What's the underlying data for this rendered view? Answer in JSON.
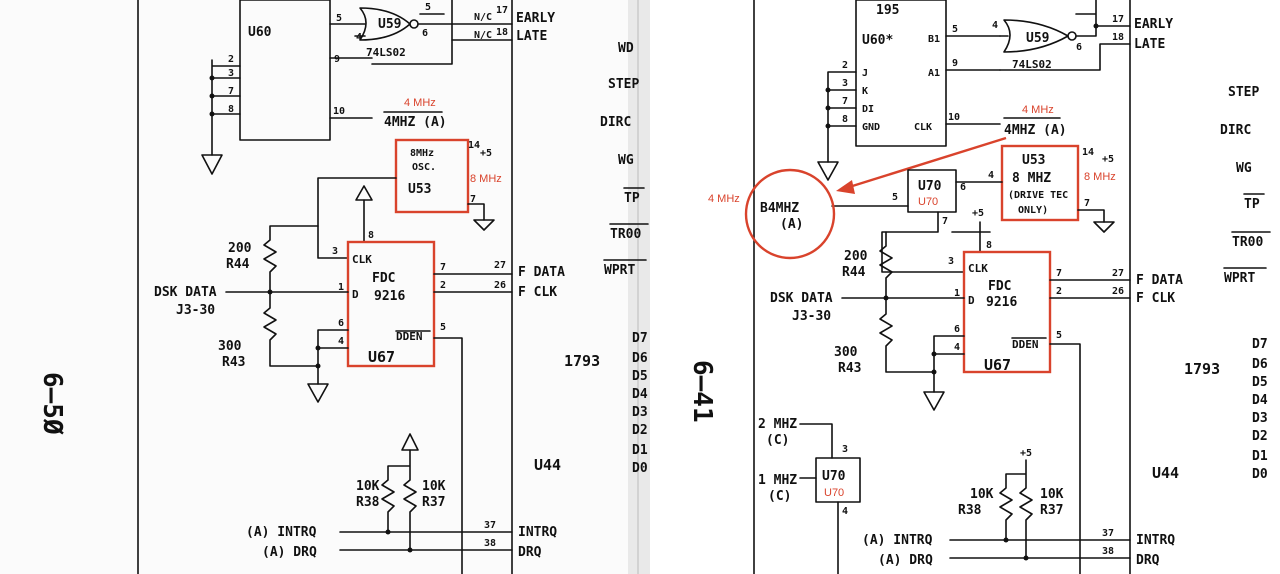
{
  "left_page": {
    "page_number": "6—5Ø",
    "u60": "U60",
    "u59": "U59",
    "gate_part": "74LS02",
    "nc1": "N/C",
    "nc2": "N/C",
    "early": "EARLY",
    "late": "LATE",
    "pin_17": "17",
    "pin_18": "18",
    "pin_5a": "5",
    "pin_4": "4",
    "pin_6": "6",
    "pin_9": "9",
    "pin_2": "2",
    "pin_3": "3",
    "pin_7": "7",
    "pin_8": "8",
    "pin_10": "10",
    "anno_4mhz": "4 MHz",
    "clk_4mhz": "4MHZ (A)",
    "osc_line1": "8MHz",
    "osc_line2": "OSC.",
    "osc_name": "U53",
    "osc_pin14": "14",
    "osc_plus5": "+5",
    "osc_pin7": "7",
    "anno_8mhz": "8 MHz",
    "r44_val": "200",
    "r44": "R44",
    "r43_val": "300",
    "r43": "R43",
    "dsk_data": "DSK DATA",
    "j3_30": "J3-30",
    "fdc_clk": "CLK",
    "fdc_d": "D",
    "fdc_name": "FDC",
    "fdc_part": "9216",
    "fdc_dden": "DDEN",
    "fdc_ref": "U67",
    "fdc_pin3": "3",
    "fdc_pin1": "1",
    "fdc_pin6": "6",
    "fdc_pin4": "4",
    "fdc_pin8": "8",
    "fdc_pin7": "7",
    "fdc_pin2": "2",
    "fdc_pin5": "5",
    "out_27": "27",
    "out_26": "26",
    "fdata": "F DATA",
    "fclk": "F CLK",
    "sig_wd": "WD",
    "sig_step": "STEP",
    "sig_dirc": "DIRC",
    "sig_wg": "WG",
    "sig_tp": "TP",
    "sig_tr00": "TR00",
    "sig_wprt": "WPRT",
    "chip_1793": "1793",
    "d7": "D7",
    "d6": "D6",
    "d5": "D5",
    "d4": "D4",
    "d3": "D3",
    "d2": "D2",
    "d1": "D1",
    "d0": "D0",
    "u44": "U44",
    "r38_val": "10K",
    "r38": "R38",
    "r37_val": "10K",
    "r37": "R37",
    "intrq_in": "(A) INTRQ",
    "drq_in": "(A) DRQ",
    "pin_37": "37",
    "pin_38": "38",
    "intrq_out": "INTRQ",
    "drq_out": "DRQ"
  },
  "right_page": {
    "page_number": "6—41",
    "n195": "195",
    "u60": "U60*",
    "u59": "U59",
    "gate_part": "74LS02",
    "early": "EARLY",
    "late": "LATE",
    "pin_17": "17",
    "pin_18": "18",
    "pin_5": "5",
    "pin_4": "4",
    "pin_6": "6",
    "pin_9": "9",
    "pin_2": "2",
    "pin_3": "3",
    "pin_7": "7",
    "pin_8": "8",
    "pin_10": "10",
    "u60_b1": "B1",
    "u60_a1": "A1",
    "u60_j": "J",
    "u60_k": "K",
    "u60_di": "DI",
    "u60_gnd": "GND",
    "u60_clk": "CLK",
    "anno_4mhz_top": "4 MHz",
    "clk_4mhz": "4MHZ (A)",
    "u53_ref": "U53",
    "u53_freq": "8 MHZ",
    "u53_note1": "(DRIVE TEC",
    "u53_note2": "ONLY)",
    "u53_pin14": "14",
    "u53_plus5": "+5",
    "u53_pin4": "4",
    "u53_pin7": "7",
    "anno_8mhz": "8 MHz",
    "u70_ref": "U70",
    "u70_anno": "U70",
    "u70_pin5": "5",
    "u70_pin6": "6",
    "u70_pin7": "7",
    "u70_plus5": "+5",
    "anno_4mhz_left": "4 MHz",
    "circled_line1": "B4MHZ",
    "circled_line2": "(A)",
    "r44_val": "200",
    "r44": "R44",
    "r43_val": "300",
    "r43": "R43",
    "dsk_data": "DSK DATA",
    "j3_30": "J3-30",
    "fdc_clk": "CLK",
    "fdc_d": "D",
    "fdc_name": "FDC",
    "fdc_part": "9216",
    "fdc_dden": "DDEN",
    "fdc_ref": "U67",
    "fdc_pin3": "3",
    "fdc_pin1": "1",
    "fdc_pin6": "6",
    "fdc_pin4": "4",
    "fdc_pin8": "8",
    "fdc_pin7": "7",
    "fdc_pin2": "2",
    "fdc_pin5": "5",
    "out_27": "27",
    "out_26": "26",
    "fdata": "F DATA",
    "fclk": "F CLK",
    "sig_step": "STEP",
    "sig_dirc": "DIRC",
    "sig_wg": "WG",
    "sig_tp": "TP",
    "sig_tr00": "TR00",
    "sig_wprt": "WPRT",
    "chip_1793": "1793",
    "d7": "D7",
    "d6": "D6",
    "d5": "D5",
    "d4": "D4",
    "d3": "D3",
    "d2": "D2",
    "d1": "D1",
    "d0": "D0",
    "u44": "U44",
    "mhz2": "2 MHZ",
    "mhz2_c": "(C)",
    "mhz1": "1 MHZ",
    "mhz1_c": "(C)",
    "u70b_ref": "U70",
    "u70b_anno": "U70",
    "u70b_pin3": "3",
    "u70b_pin4": "4",
    "r_plus5": "+5",
    "r38_val": "10K",
    "r38": "R38",
    "r37_val": "10K",
    "r37": "R37",
    "intrq_in": "(A) INTRQ",
    "drq_in": "(A) DRQ",
    "pin_37": "37",
    "pin_38": "38",
    "intrq_out": "INTRQ",
    "drq_out": "DRQ"
  },
  "colors": {
    "ink": "#111111",
    "annotation": "#d9432c",
    "paper": "#ffffff"
  }
}
